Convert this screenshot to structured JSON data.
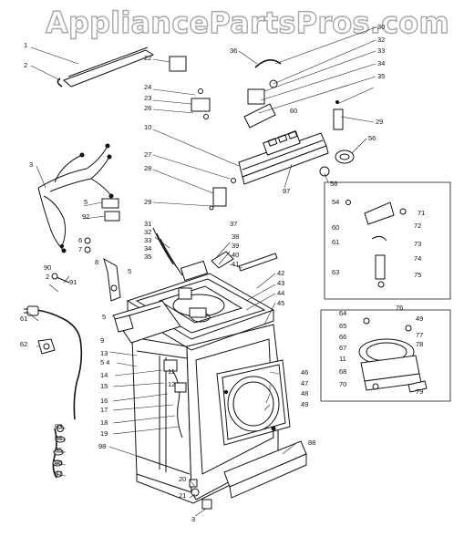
{
  "watermark": "AppliancePartsPros.com",
  "callouts": [
    {
      "id": "c1",
      "text": "1"
    },
    {
      "id": "c2",
      "text": "2"
    },
    {
      "id": "c3",
      "text": "3"
    },
    {
      "id": "c5",
      "text": "5"
    },
    {
      "id": "c92",
      "text": "92"
    },
    {
      "id": "c6",
      "text": "6"
    },
    {
      "id": "c7",
      "text": "7"
    },
    {
      "id": "c8",
      "text": "8"
    },
    {
      "id": "c90",
      "text": "90"
    },
    {
      "id": "c2b",
      "text": "2"
    },
    {
      "id": "c91",
      "text": "91"
    },
    {
      "id": "c61",
      "text": "61"
    },
    {
      "id": "c62",
      "text": "62"
    },
    {
      "id": "c5b",
      "text": "5"
    },
    {
      "id": "c9",
      "text": "9"
    },
    {
      "id": "c5c",
      "text": "5"
    },
    {
      "id": "c13",
      "text": "13"
    },
    {
      "id": "c54",
      "text": "5 4"
    },
    {
      "id": "c14",
      "text": "14"
    },
    {
      "id": "c15",
      "text": "15"
    },
    {
      "id": "c16",
      "text": "16"
    },
    {
      "id": "c17",
      "text": "17"
    },
    {
      "id": "c18",
      "text": "18"
    },
    {
      "id": "c19",
      "text": "19"
    },
    {
      "id": "c83",
      "text": "83"
    },
    {
      "id": "c84",
      "text": "84"
    },
    {
      "id": "c85",
      "text": "85"
    },
    {
      "id": "c86",
      "text": "86"
    },
    {
      "id": "c87",
      "text": "87"
    },
    {
      "id": "c98",
      "text": "98"
    },
    {
      "id": "c20",
      "text": "20"
    },
    {
      "id": "c21",
      "text": "21"
    },
    {
      "id": "c3b",
      "text": "3"
    },
    {
      "id": "c22",
      "text": "22"
    },
    {
      "id": "c24",
      "text": "24"
    },
    {
      "id": "c23",
      "text": "23"
    },
    {
      "id": "c26",
      "text": "26"
    },
    {
      "id": "c10",
      "text": "10"
    },
    {
      "id": "c27",
      "text": "27"
    },
    {
      "id": "c28",
      "text": "28"
    },
    {
      "id": "c29",
      "text": "29"
    },
    {
      "id": "c36",
      "text": "36"
    },
    {
      "id": "c30",
      "text": "30"
    },
    {
      "id": "c32",
      "text": "32"
    },
    {
      "id": "c33",
      "text": "33"
    },
    {
      "id": "c34",
      "text": "34"
    },
    {
      "id": "c35",
      "text": "35"
    },
    {
      "id": "c60",
      "text": "60"
    },
    {
      "id": "c29b",
      "text": "29"
    },
    {
      "id": "c56",
      "text": "56"
    },
    {
      "id": "c97",
      "text": "97"
    },
    {
      "id": "c58",
      "text": "58"
    },
    {
      "id": "c37",
      "text": "37"
    },
    {
      "id": "c31",
      "text": "31"
    },
    {
      "id": "c32b",
      "text": "32"
    },
    {
      "id": "c33b",
      "text": "33"
    },
    {
      "id": "c34b",
      "text": "34"
    },
    {
      "id": "c35b",
      "text": "35"
    },
    {
      "id": "c38",
      "text": "38"
    },
    {
      "id": "c39",
      "text": "39"
    },
    {
      "id": "c40",
      "text": "40"
    },
    {
      "id": "c41",
      "text": "41"
    },
    {
      "id": "c42",
      "text": "42"
    },
    {
      "id": "c43",
      "text": "43"
    },
    {
      "id": "c44",
      "text": "44"
    },
    {
      "id": "c45",
      "text": "45"
    },
    {
      "id": "c46",
      "text": "46"
    },
    {
      "id": "c47",
      "text": "47"
    },
    {
      "id": "c48",
      "text": "48"
    },
    {
      "id": "c49",
      "text": "49"
    },
    {
      "id": "c88",
      "text": "88"
    },
    {
      "id": "c11",
      "text": "11"
    },
    {
      "id": "c12",
      "text": "12"
    },
    {
      "id": "c54b",
      "text": "54"
    },
    {
      "id": "c71",
      "text": "71"
    },
    {
      "id": "c60b",
      "text": "60"
    },
    {
      "id": "c72",
      "text": "72"
    },
    {
      "id": "c61b",
      "text": "61"
    },
    {
      "id": "c73",
      "text": "73"
    },
    {
      "id": "c74",
      "text": "74"
    },
    {
      "id": "c63",
      "text": "63"
    },
    {
      "id": "c75",
      "text": "75"
    },
    {
      "id": "c64",
      "text": "64"
    },
    {
      "id": "c76",
      "text": "76"
    },
    {
      "id": "c65",
      "text": "65"
    },
    {
      "id": "c49b",
      "text": "49"
    },
    {
      "id": "c66",
      "text": "66"
    },
    {
      "id": "c77",
      "text": "77"
    },
    {
      "id": "c67",
      "text": "67"
    },
    {
      "id": "c78",
      "text": "78"
    },
    {
      "id": "c11b",
      "text": "11"
    },
    {
      "id": "c68",
      "text": "68"
    },
    {
      "id": "c79",
      "text": "79"
    },
    {
      "id": "c70",
      "text": "70"
    }
  ]
}
